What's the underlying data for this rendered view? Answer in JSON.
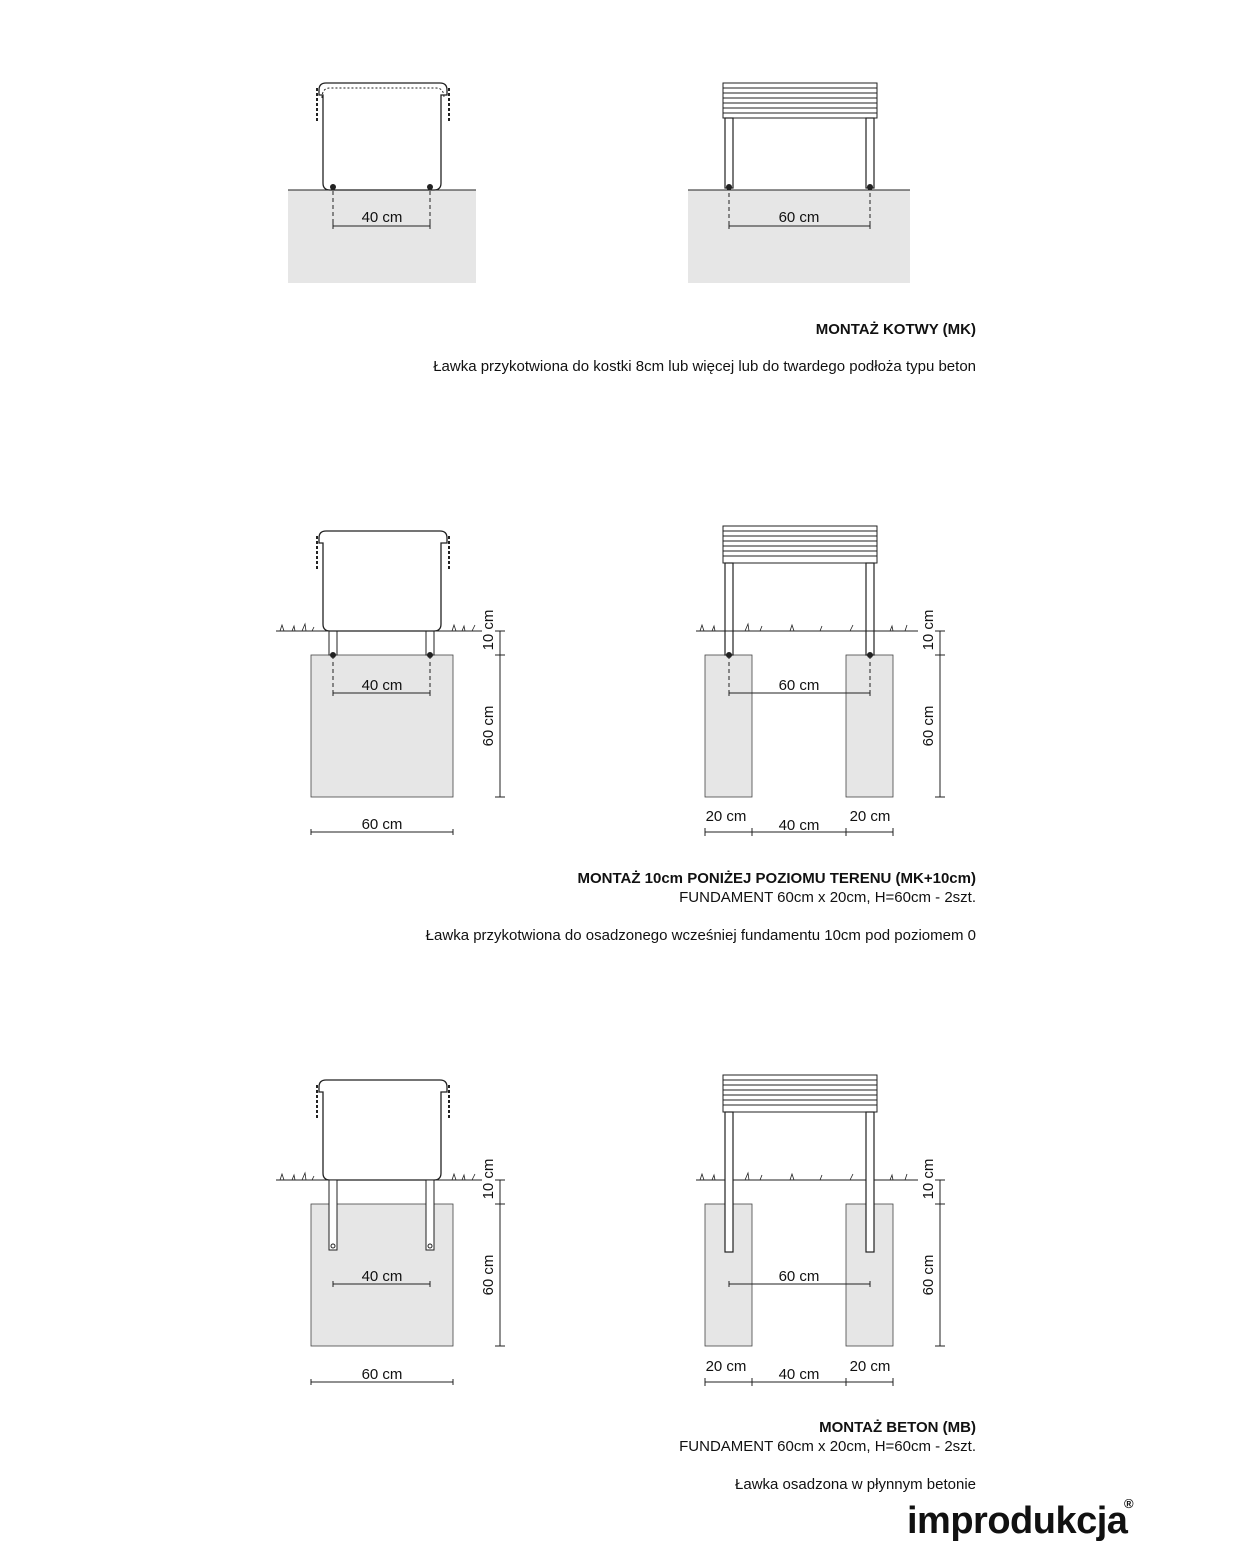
{
  "sections": [
    {
      "title": "MONTAŻ KOTWY (MK)",
      "subtitle": "",
      "description": "Ławka przykotwiona do kostki 8cm lub więcej lub do twardego podłoża typu beton",
      "front": {
        "anchor_spacing": "40 cm"
      },
      "side": {
        "anchor_spacing": "60 cm"
      }
    },
    {
      "title": "MONTAŻ 10cm PONIŻEJ POZIOMU TERENU (MK+10cm)",
      "subtitle": "FUNDAMENT 60cm x 20cm, H=60cm - 2szt.",
      "description": "Ławka przykotwiona do osadzonego wcześniej fundamentu 10cm pod poziomem 0",
      "front": {
        "anchor_spacing": "40 cm",
        "depth_top": "10 cm",
        "depth_found": "60 cm",
        "width": "60 cm"
      },
      "side": {
        "anchor_spacing": "60 cm",
        "depth_top": "10 cm",
        "depth_found": "60 cm",
        "left": "20 cm",
        "gap": "40 cm",
        "right": "20 cm"
      }
    },
    {
      "title": "MONTAŻ BETON (MB)",
      "subtitle": "FUNDAMENT 60cm x 20cm, H=60cm - 2szt.",
      "description": "Ławka osadzona w płynnym betonie",
      "front": {
        "anchor_spacing": "40 cm",
        "depth_top": "10 cm",
        "depth_found": "60 cm",
        "width": "60 cm"
      },
      "side": {
        "anchor_spacing": "60 cm",
        "depth_top": "10 cm",
        "depth_found": "60 cm",
        "left": "20 cm",
        "gap": "40 cm",
        "right": "20 cm"
      }
    }
  ],
  "logo": {
    "text": "improdukcja",
    "mark": "®"
  },
  "colors": {
    "ground": "#e6e6e6",
    "line": "#222222"
  }
}
